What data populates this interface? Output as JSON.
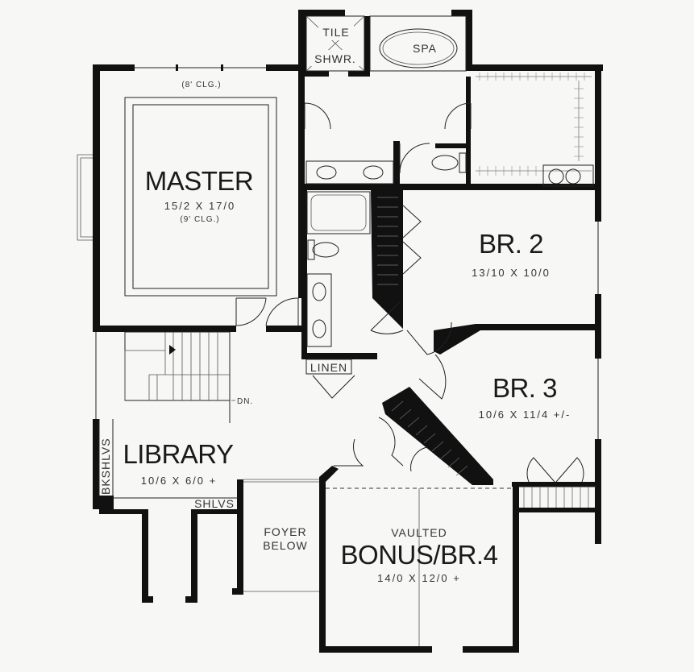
{
  "rooms": {
    "master": {
      "name": "MASTER",
      "dims": "15/2 X 17/0",
      "ceiling": "(9' CLG.)"
    },
    "br2": {
      "name": "BR. 2",
      "dims": "13/10 X 10/0"
    },
    "br3": {
      "name": "BR. 3",
      "dims": "10/6 X 11/4 +/-"
    },
    "library": {
      "name": "LIBRARY",
      "dims": "10/6 X 6/0 +"
    },
    "bonus": {
      "name": "BONUS/BR.4",
      "note": "VAULTED",
      "dims": "14/0 X 12/0 +"
    },
    "foyer": {
      "line1": "FOYER",
      "line2": "BELOW"
    }
  },
  "labels": {
    "tile": "TILE",
    "shwr": "SHWR.",
    "spa": "SPA",
    "clg8": "(8' CLG.)",
    "linen": "LINEN",
    "dn": "DN.",
    "bkshlvs": "BKSHLVS",
    "shlvs": "SHLVS"
  }
}
